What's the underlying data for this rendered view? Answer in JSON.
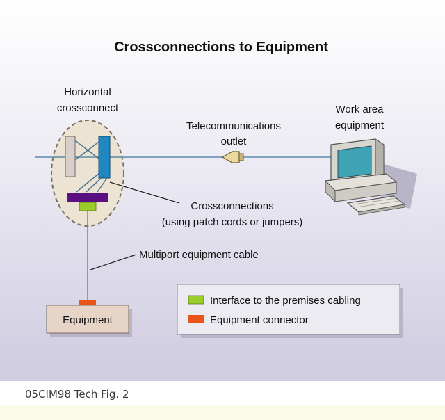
{
  "title": "Crossconnections to Equipment",
  "labels": {
    "horizontal_crossconnect": [
      "Horizontal",
      "crossconnect"
    ],
    "telecom_outlet": [
      "Telecommunications",
      "outlet"
    ],
    "work_area": [
      "Work area",
      "equipment"
    ],
    "crossconnections": [
      "Crossconnections",
      "(using patch cords or jumpers)"
    ],
    "multiport_cable": "Multiport equipment cable",
    "equipment": "Equipment"
  },
  "legend": {
    "items": [
      {
        "label": "Interface to the premises cabling",
        "color": "#9acc2a"
      },
      {
        "label": "Equipment connector",
        "color": "#e8541a"
      }
    ]
  },
  "footer": "05CIM98 Tech Fig. 2",
  "colors": {
    "cable": "#5b8bb0",
    "patch_panel_left": "#d9cfc8",
    "patch_panel_right": "#1f88c2",
    "block": "#5a0f82",
    "interface": "#9acc2a",
    "connector": "#e8541a",
    "equipment_box": "#e6d4c6",
    "ellipse_fill": "#ece3d3"
  }
}
